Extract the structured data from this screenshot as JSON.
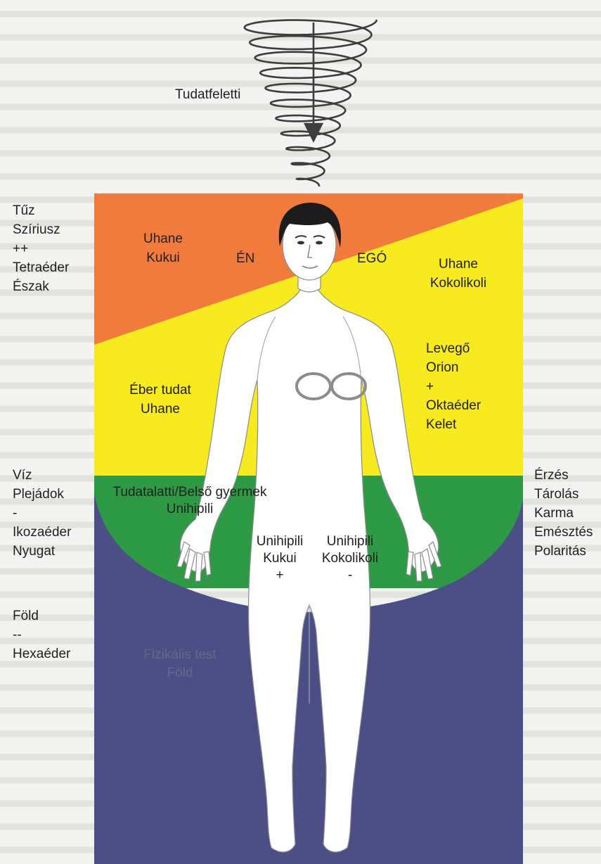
{
  "top_label": "Tudatfeletti",
  "colors": {
    "background": "#f3f3f1",
    "upper_orange": "#f07b3d",
    "upper_yellow": "#f7ea1f",
    "green": "#2f9a45",
    "navy": "#4b4f85",
    "body": "#ffffff",
    "spiral": "#3d3d3d"
  },
  "left_column": {
    "fire": [
      "Tűz",
      "Szíriusz",
      "++",
      "Tetraéder",
      "Észak"
    ],
    "water": [
      "Víz",
      "Plejádok",
      "-",
      "Ikozaéder",
      "Nyugat"
    ],
    "earth": [
      "Föld",
      "--",
      "Hexaéder"
    ]
  },
  "right_column": {
    "feeling": [
      "Érzés",
      "Tárolás",
      "Karma",
      "Emésztés",
      "Polaritás"
    ]
  },
  "regions": {
    "orange_left": [
      "Uhane",
      "Kukui"
    ],
    "en": "ÉN",
    "ego": "EGÓ",
    "orange_right": [
      "Uhane",
      "Kokolikoli"
    ],
    "air": [
      "Levegő",
      "Orion",
      "+",
      "Oktaéder",
      "Kelet"
    ],
    "conscious": [
      "Éber tudat",
      "Uhane"
    ],
    "subconscious": [
      "Tudatalatti/Belső gyermek",
      "Unihipili"
    ],
    "leg_left": [
      "Unihipili",
      "Kukui"
    ],
    "leg_left_sign": "+",
    "leg_right": [
      "Unihipili",
      "Kokolikoli"
    ],
    "leg_right_sign": "-",
    "physical": [
      "Fizikális test",
      "Föld"
    ]
  },
  "icons": {
    "spiral": "downward-spiral-arrow-icon",
    "infinity": "infinity-symbol-icon",
    "figure": "human-figure-illustration"
  }
}
